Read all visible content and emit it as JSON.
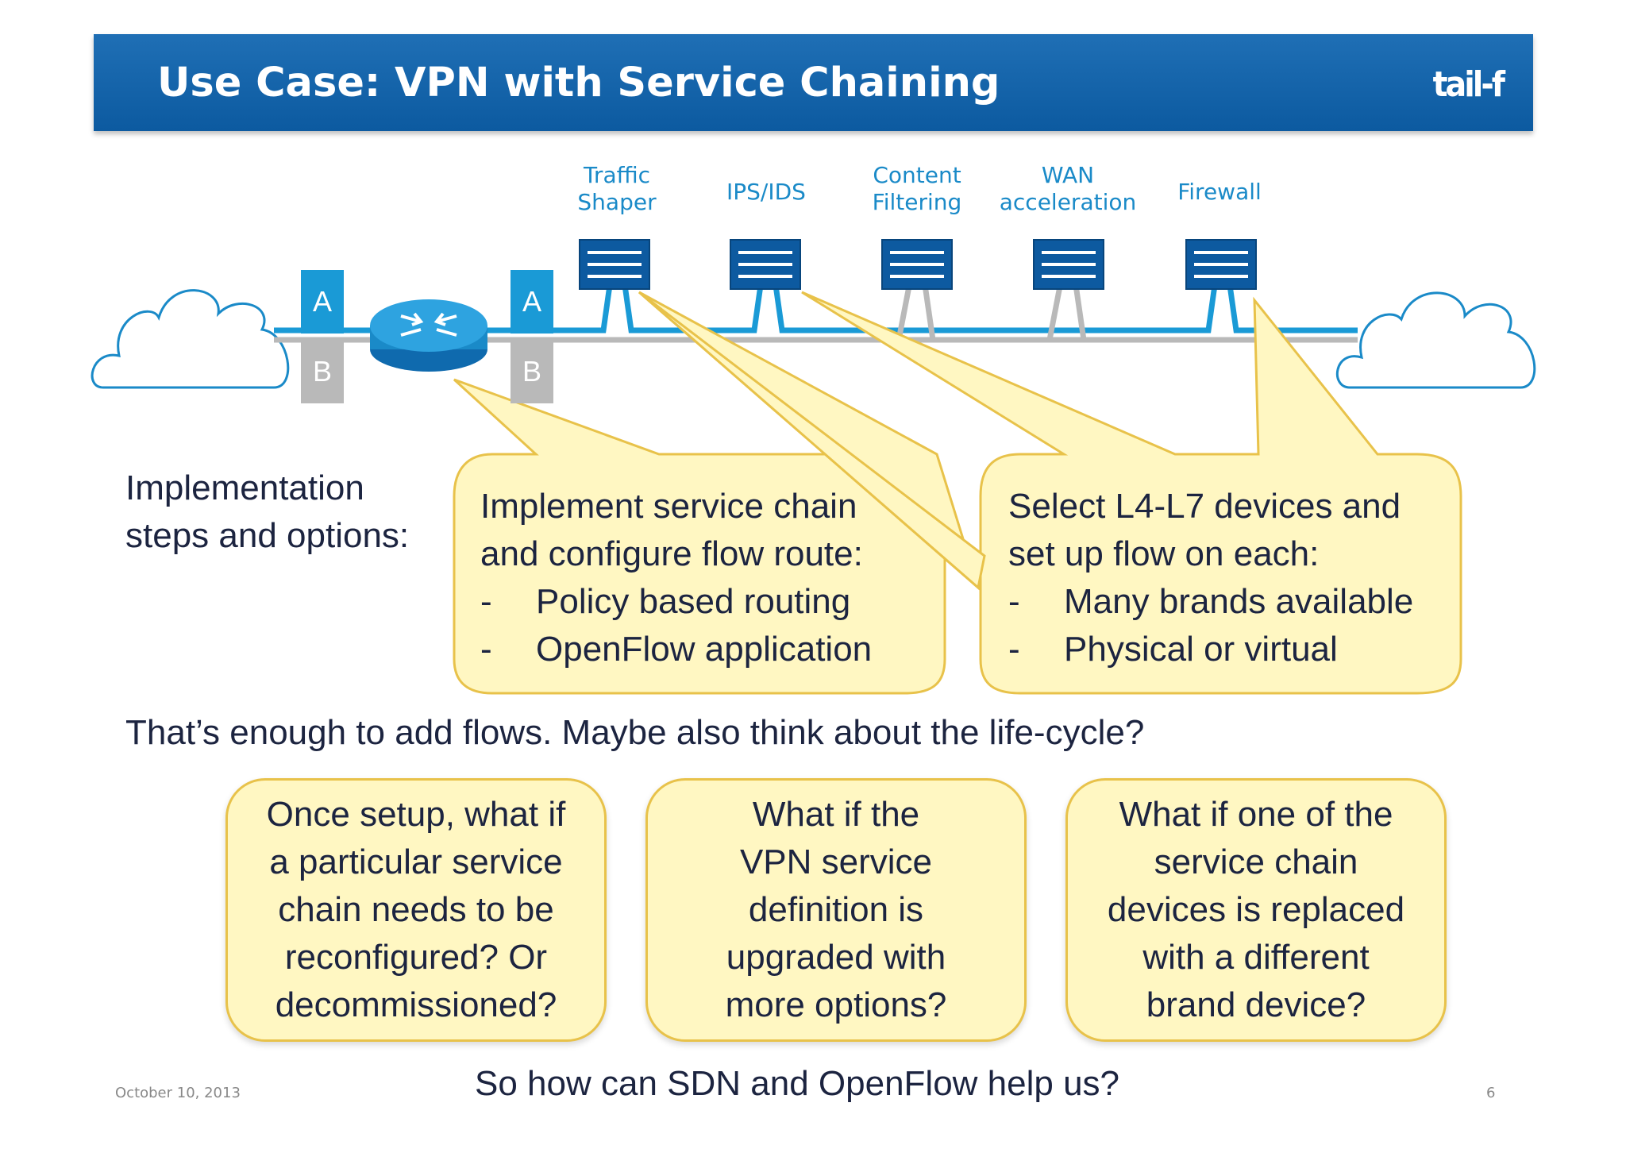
{
  "header": {
    "title": "Use Case: VPN with Service Chaining",
    "logo": "tail-f"
  },
  "devices": [
    {
      "line1": "Traffic",
      "line2": "Shaper"
    },
    {
      "line1": "IPS/IDS",
      "line2": ""
    },
    {
      "line1": "Content",
      "line2": "Filtering"
    },
    {
      "line1": "WAN",
      "line2": "acceleration"
    },
    {
      "line1": "Firewall",
      "line2": ""
    }
  ],
  "endpoints": {
    "a_label": "A",
    "b_label": "B"
  },
  "left_label": {
    "line1": "Implementation",
    "line2": "steps and options:"
  },
  "bubble_left": {
    "line1": "Implement service chain",
    "line2": "and configure flow route:",
    "bullets": [
      "Policy based routing",
      "OpenFlow application"
    ],
    "dash": "-"
  },
  "bubble_right": {
    "line1": "Select L4-L7 devices and",
    "line2": "set up flow on each:",
    "bullets": [
      "Many brands available",
      "Physical or virtual"
    ],
    "dash": "-"
  },
  "middle_text": "That’s enough to add flows. Maybe also think about the life-cycle?",
  "questions": [
    {
      "lines": [
        "Once setup, what if",
        "a particular service",
        "chain needs to be",
        "reconfigured? Or",
        "decommissioned?"
      ]
    },
    {
      "lines": [
        "What if the",
        "VPN service",
        "definition is",
        "upgraded with",
        "more options?"
      ]
    },
    {
      "lines": [
        "What if one of the",
        "service chain",
        "devices is replaced",
        "with a different",
        "brand device?"
      ]
    }
  ],
  "bottom_question": "So how can SDN and OpenFlow help us?",
  "footer": {
    "date": "October 10, 2013",
    "page": "6"
  },
  "colors": {
    "banner": "#0c5aa0",
    "accent": "#1a9ad6",
    "bubble_fill": "#fff7c2",
    "bubble_border": "#e8c24a",
    "gray": "#b9b9b9"
  }
}
